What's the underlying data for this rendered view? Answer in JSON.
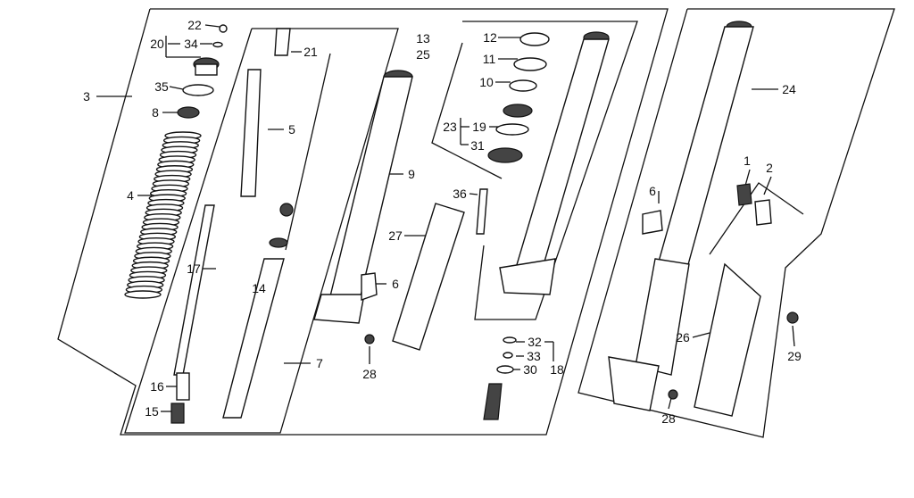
{
  "diagram": {
    "title": "Front fork exploded parts diagram",
    "labels": {
      "p22": "22",
      "p20": "20",
      "p34": "34",
      "p21": "21",
      "p3": "3",
      "p35": "35",
      "p8": "8",
      "p5": "5",
      "p4": "4",
      "p17": "17",
      "p14": "14",
      "p16": "16",
      "p15": "15",
      "p7": "7",
      "p13": "13",
      "p25": "25",
      "p12": "12",
      "p11": "11",
      "p10": "10",
      "p23": "23",
      "p19": "19",
      "p31": "31",
      "p9": "9",
      "p36": "36",
      "p27": "27",
      "p6a": "6",
      "p28a": "28",
      "p32": "32",
      "p33": "33",
      "p30": "30",
      "p18": "18",
      "p24": "24",
      "p1": "1",
      "p2": "2",
      "p6b": "6",
      "p26": "26",
      "p29": "29",
      "p28b": "28"
    }
  }
}
